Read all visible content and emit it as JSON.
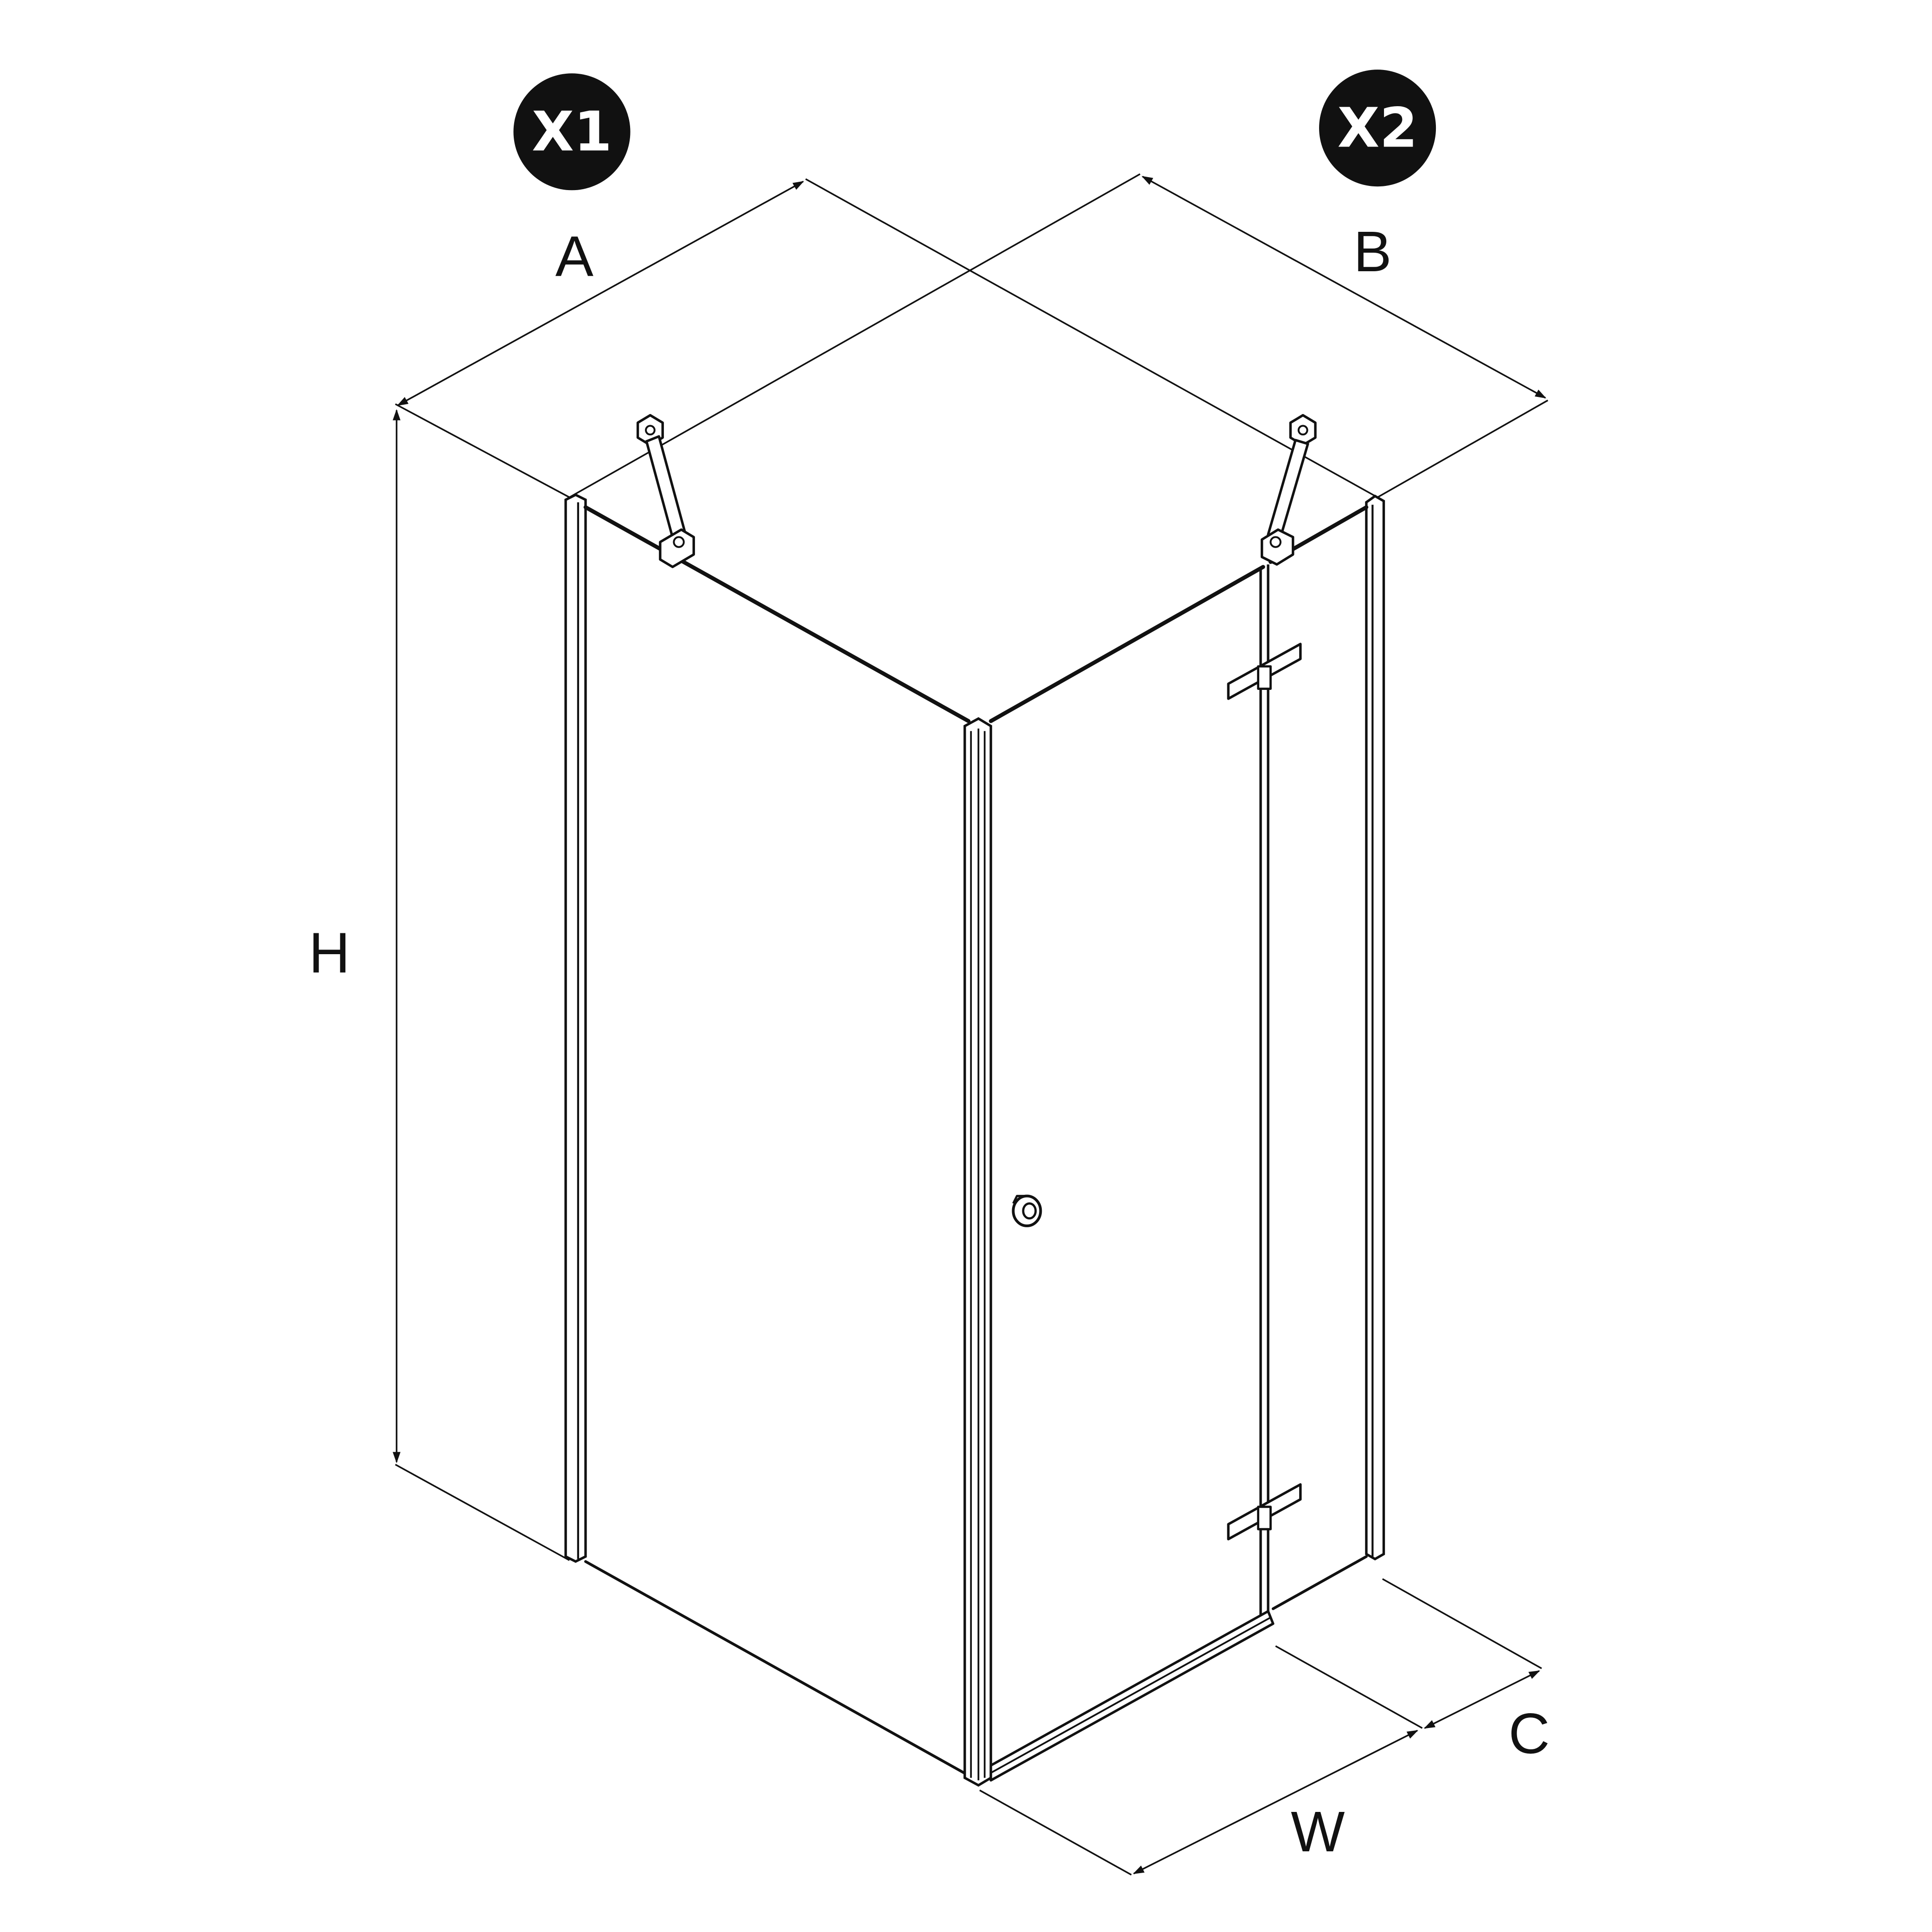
{
  "badges": {
    "x1": "X1",
    "x2": "X2"
  },
  "dimensions": {
    "a": "A",
    "b": "B",
    "h": "H",
    "c": "C",
    "w": "W"
  },
  "colors": {
    "line": "#111111",
    "badge_fill": "#111111",
    "badge_text": "#ffffff",
    "background": "#ffffff"
  }
}
